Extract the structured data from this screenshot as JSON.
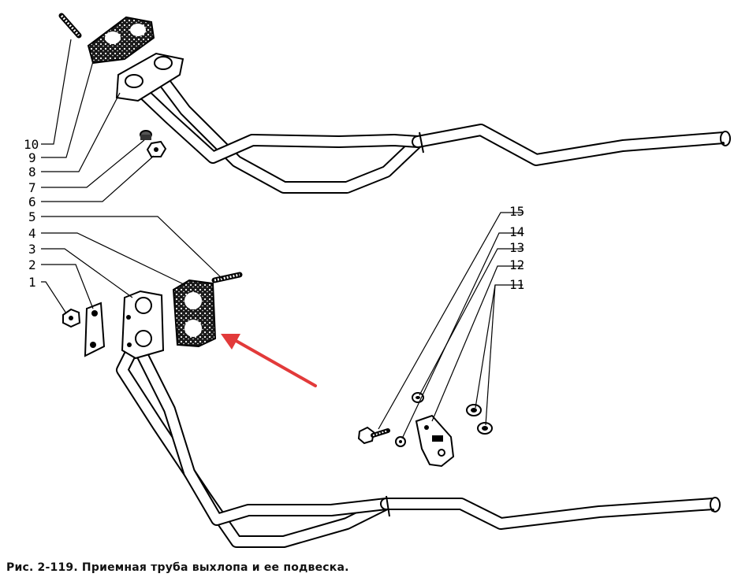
{
  "caption": "Рис. 2-119. Приемная труба выхлопа и ее подвеска.",
  "callouts": [
    "1",
    "2",
    "3",
    "4",
    "5",
    "6",
    "7",
    "8",
    "9",
    "10",
    "11",
    "12",
    "13",
    "14",
    "15"
  ],
  "colors": {
    "line": "#000000",
    "background": "#ffffff",
    "arrow": "#e23a3a"
  }
}
